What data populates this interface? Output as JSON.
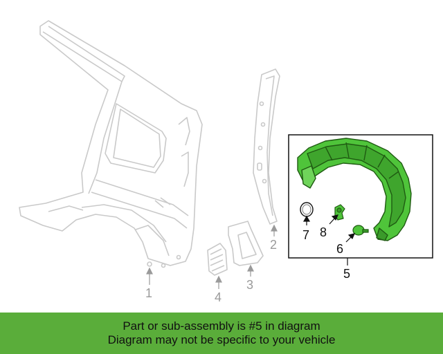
{
  "colors": {
    "highlight": "#4fc43a",
    "highlight_stroke": "#1f5a12",
    "ghost": "#c9c9c9",
    "callout": "#9a9a9a",
    "banner": "#5aad3a"
  },
  "callouts": {
    "p1": "1",
    "p2": "2",
    "p3": "3",
    "p4": "4",
    "p5": "5",
    "p6": "6",
    "p7": "7",
    "p8": "8"
  },
  "banner": {
    "line1": "Part or sub-assembly is #5 in diagram",
    "line2": "Diagram may not be specific to your vehicle"
  }
}
